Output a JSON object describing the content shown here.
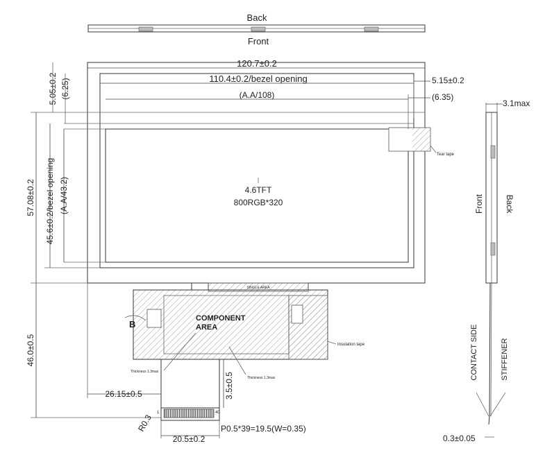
{
  "views": {
    "back_label": "Back",
    "front_label": "Front",
    "side_front_label": "Front",
    "side_back_label": "Back"
  },
  "panel": {
    "model": "4.6TFT",
    "resolution": "800RGB*320"
  },
  "dimensions": {
    "outline_width": "120.7±0.2",
    "bezel_opening_width": "110.4±0.2/bezel opening",
    "active_area_width": "(A.A/108)",
    "right_margin": "5.15±0.2",
    "right_margin_aa": "(6.35)",
    "top_margin": "5.05±0.2",
    "top_margin_aa": "(6.25)",
    "outline_height": "57.08±0.2",
    "bezel_opening_height": "45.6±0.2/bezel opening",
    "active_area_height": "(A.A/43.2)",
    "fpc_length": "46.0±0.5",
    "fpc_offset": "26.15±0.5",
    "fpc_tail": "3.5±0.5",
    "connector_width": "20.5±0.2",
    "pin_pitch": "P0.5*39=19.5(W=0.35)",
    "corner_radius": "R0.3",
    "thickness_max": "3.1max",
    "fpc_thickness": "0.3±0.05"
  },
  "labels": {
    "tear_tape": "Tear tape",
    "single_area": "SINGLE AREA",
    "component_area_1": "COMPONENT",
    "component_area_2": "AREA",
    "insulation_tape": "Insulation tape",
    "thickness_left": "Thickness 1.3max",
    "thickness_right": "Thickness 1.3max",
    "detail_b": "B",
    "pin_1": "1",
    "pin_40": "40",
    "contact_side": "CONTACT SIDE",
    "stiffener": "STIFFENER"
  }
}
